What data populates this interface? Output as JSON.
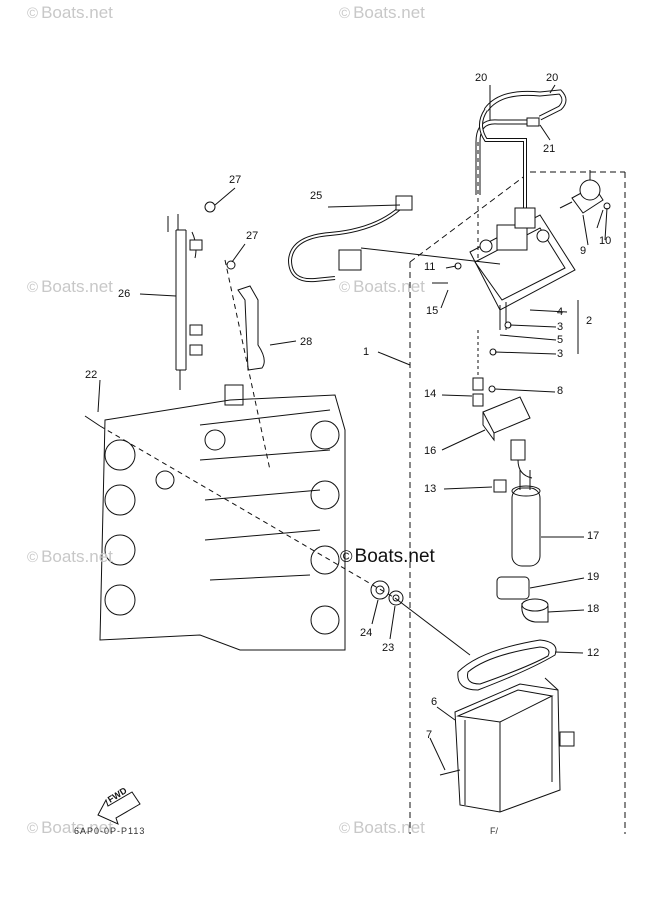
{
  "watermark": {
    "symbol": "©",
    "text": "Boats.net"
  },
  "center_watermark": {
    "symbol": "©",
    "text": "Boats.net"
  },
  "direction_label": "FWD",
  "diagram_code": "6AP0-0P-P113",
  "corner_mark": "F/",
  "callouts": {
    "p1": "1",
    "p2": "2",
    "p3a": "3",
    "p3b": "3",
    "p4": "4",
    "p5": "5",
    "p6": "6",
    "p7": "7",
    "p8": "8",
    "p9": "9",
    "p10": "10",
    "p11": "11",
    "p12": "12",
    "p13": "13",
    "p14": "14",
    "p15": "15",
    "p16": "16",
    "p17": "17",
    "p18": "18",
    "p19": "19",
    "p20a": "20",
    "p20b": "20",
    "p21": "21",
    "p22": "22",
    "p23": "23",
    "p24": "24",
    "p25": "25",
    "p26": "26",
    "p27a": "27",
    "p27b": "27",
    "p28": "28"
  }
}
